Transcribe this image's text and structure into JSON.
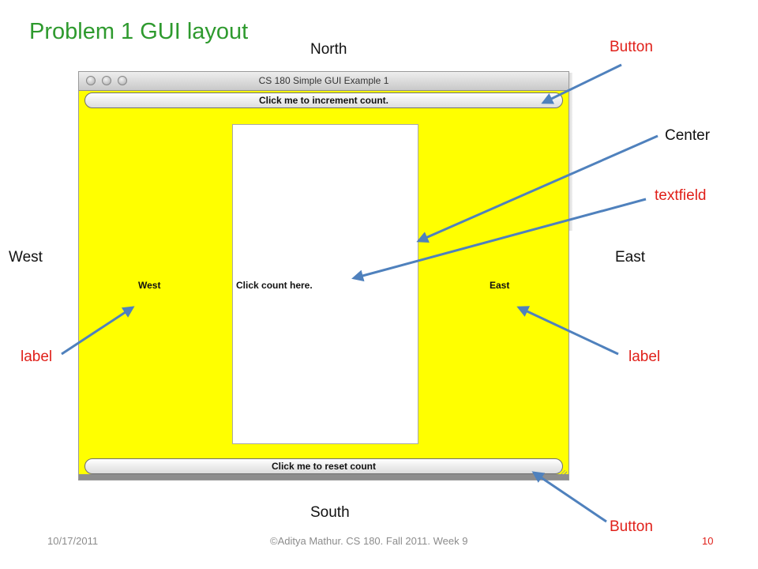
{
  "slide": {
    "title": "Problem 1 GUI layout",
    "regions": {
      "north": "North",
      "south": "South",
      "west": "West",
      "east": "East"
    },
    "callouts": {
      "top_button": "Button",
      "center": "Center",
      "textfield": "textfield",
      "left_label": "label",
      "right_label": "label",
      "bottom_button": "Button"
    },
    "footer": {
      "date": "10/17/2011",
      "credit": "©Aditya Mathur. CS 180. Fall 2011. Week 9",
      "page": "10"
    }
  },
  "window": {
    "title": "CS 180 Simple GUI Example 1",
    "north_button": "Click me to increment count.",
    "center_text": "Click count here.",
    "west_label": "West",
    "east_label": "East",
    "south_button": "Click me to reset count",
    "background_color": "#ffff00"
  },
  "colors": {
    "title": "#2e9a2e",
    "callout": "#e0201a",
    "arrow": "#4f81bd"
  }
}
